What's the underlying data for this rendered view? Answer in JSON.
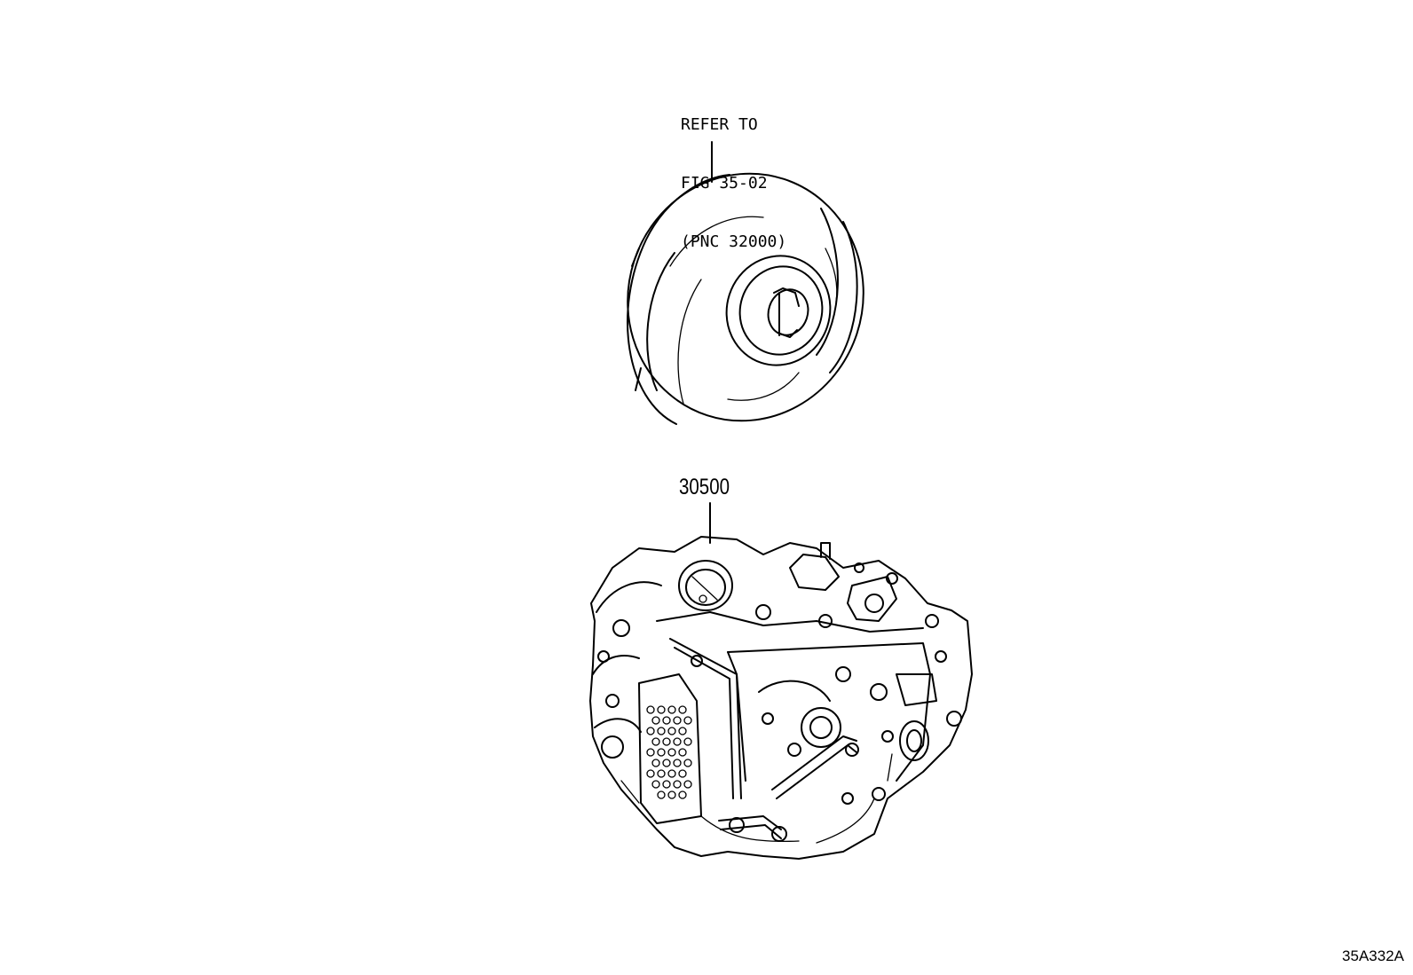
{
  "callouts": {
    "refer_line1": "REFER TO",
    "refer_line2": "FIG 35-02",
    "refer_line3": "(PNC 32000)",
    "part_number": "30500"
  },
  "illustration_code": "35A332A",
  "colors": {
    "ink": "#000000",
    "background": "#ffffff"
  }
}
